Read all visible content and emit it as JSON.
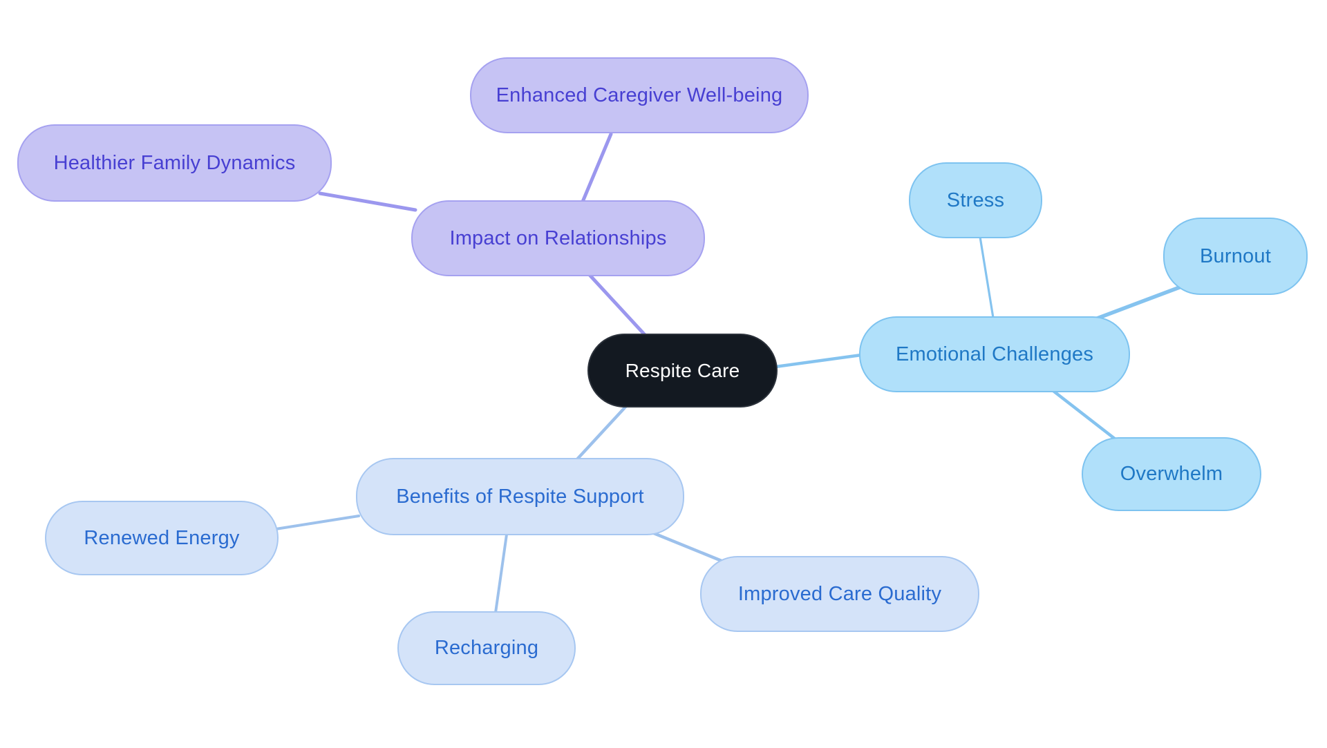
{
  "mindmap": {
    "background_color": "#ffffff",
    "center": {
      "label": "Respite Care",
      "fill": "#131921",
      "text_color": "#ffffff"
    },
    "branches": [
      {
        "label": "Impact on Relationships",
        "fill": "#c6c3f4",
        "border_color": "#a5a1f0",
        "text_color": "#473fd2",
        "edge_color": "#9b97ee",
        "children": [
          {
            "label": "Enhanced Caregiver Well-being"
          },
          {
            "label": "Healthier Family Dynamics"
          }
        ]
      },
      {
        "label": "Emotional Challenges",
        "fill": "#b0e0fa",
        "border_color": "#7dc3f0",
        "text_color": "#1f78c5",
        "edge_color": "#85c3ef",
        "children": [
          {
            "label": "Stress"
          },
          {
            "label": "Burnout"
          },
          {
            "label": "Overwhelm"
          }
        ]
      },
      {
        "label": "Benefits of Respite Support",
        "fill": "#d4e3f9",
        "border_color": "#a7c7f1",
        "text_color": "#2a6bd0",
        "edge_color": "#9dc1ec",
        "children": [
          {
            "label": "Renewed Energy"
          },
          {
            "label": "Recharging"
          },
          {
            "label": "Improved Care Quality"
          }
        ]
      }
    ]
  }
}
